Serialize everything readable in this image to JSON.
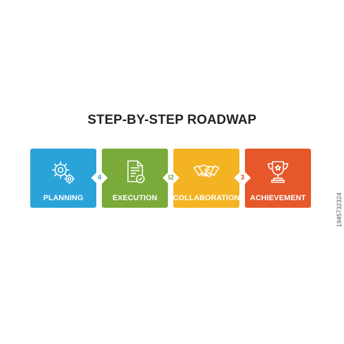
{
  "title": "STEP-BY-STEP ROADWAP",
  "steps": [
    {
      "label": "PLANNING",
      "icon": "gears-icon",
      "color": "#2aa3d9"
    },
    {
      "label": "EXECUTION",
      "icon": "document-icon",
      "color": "#7aaa3a"
    },
    {
      "label": "COLLABORATION",
      "icon": "handshake-icon",
      "color": "#f4b323"
    },
    {
      "label": "ACHIEVEMENT",
      "icon": "trophy-icon",
      "color": "#e6572a"
    }
  ],
  "connectors": [
    {
      "label": "4",
      "color": "#2aa3d9"
    },
    {
      "label": "I2",
      "color": "#7aaa3a"
    },
    {
      "label": "3",
      "color": "#e6572a"
    }
  ],
  "watermark": "1945732324"
}
